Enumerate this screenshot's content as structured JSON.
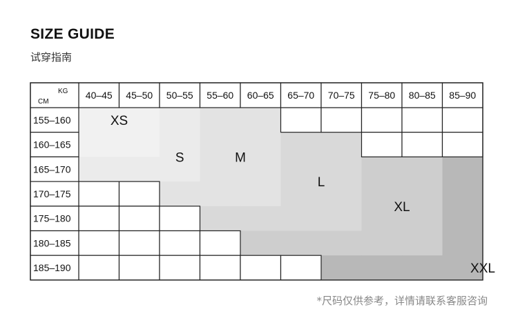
{
  "title": "SIZE GUIDE",
  "subtitle": "试穿指南",
  "table": {
    "corner_kg": "KG",
    "corner_cm": "CM",
    "weight_columns": [
      "40–45",
      "45–50",
      "50–55",
      "55–60",
      "60–65",
      "65–70",
      "70–75",
      "75–80",
      "80–85",
      "85–90"
    ],
    "height_rows": [
      "155–160",
      "160–165",
      "165–170",
      "170–175",
      "175–180",
      "180–185",
      "185–190"
    ],
    "sizes": [
      {
        "label": "XS",
        "color": "#f1f1f1"
      },
      {
        "label": "S",
        "color": "#ebebeb"
      },
      {
        "label": "M",
        "color": "#e3e3e3"
      },
      {
        "label": "L",
        "color": "#d9d9d9"
      },
      {
        "label": "XL",
        "color": "#cecece"
      },
      {
        "label": "XXL",
        "color": "#b8b8b8"
      }
    ],
    "grid": [
      [
        "XS",
        "XS",
        "S",
        "M",
        "M",
        "",
        "",
        "",
        "",
        ""
      ],
      [
        "XS",
        "XS",
        "S",
        "M",
        "M",
        "L",
        "L",
        "",
        "",
        ""
      ],
      [
        "S",
        "S",
        "S",
        "M",
        "M",
        "L",
        "L",
        "XL",
        "XL",
        "XXL"
      ],
      [
        "",
        "",
        "M",
        "M",
        "M",
        "L",
        "L",
        "XL",
        "XL",
        "XXL"
      ],
      [
        "",
        "",
        "",
        "L",
        "L",
        "L",
        "L",
        "XL",
        "XL",
        "XXL"
      ],
      [
        "",
        "",
        "",
        "",
        "XL",
        "XL",
        "XL",
        "XL",
        "XL",
        "XXL"
      ],
      [
        "",
        "",
        "",
        "",
        "",
        "",
        "XXL",
        "XXL",
        "XXL",
        "XXL"
      ]
    ],
    "size_labels": [
      {
        "label": "XS",
        "row": 0,
        "col": 0.5
      },
      {
        "label": "S",
        "row": 1.5,
        "col": 2
      },
      {
        "label": "M",
        "row": 1.5,
        "col": 3.5
      },
      {
        "label": "L",
        "row": 2.5,
        "col": 5.5
      },
      {
        "label": "XL",
        "row": 3.5,
        "col": 7.5
      },
      {
        "label": "XXL",
        "row": 6,
        "col": 9.5
      }
    ]
  },
  "note": "*尺码仅供参考，详情请联系客服咨询"
}
